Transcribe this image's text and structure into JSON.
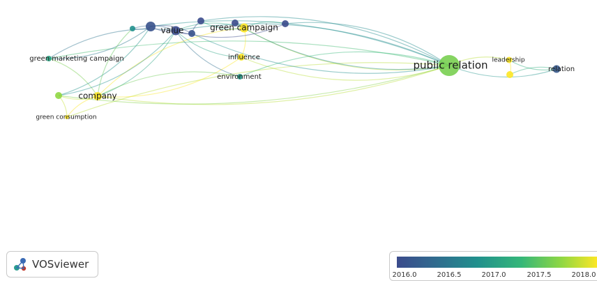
{
  "nodes": [
    {
      "label": "value",
      "size": 13,
      "font": 12,
      "year": 2016.0
    },
    {
      "label": "green campaign",
      "size": 13,
      "font": 12,
      "year": 2018.0
    },
    {
      "label": "green marketing campaign",
      "size": 8,
      "font": 10,
      "year": 2017.0
    },
    {
      "label": "influence",
      "size": 10,
      "font": 10,
      "year": 2018.0
    },
    {
      "label": "environment",
      "size": 8,
      "font": 10,
      "year": 2016.9
    },
    {
      "label": "company",
      "size": 12,
      "font": 12,
      "year": 2018.0
    },
    {
      "label": "green consumption",
      "size": 6,
      "font": 9,
      "year": 2018.0
    },
    {
      "label": "public relation",
      "size": 30,
      "font": 15,
      "year": 2017.5
    },
    {
      "label": "leadership",
      "size": 9,
      "font": 9,
      "year": 2018.0
    },
    {
      "label": "relation",
      "size": 11,
      "font": 10,
      "year": 2016.2
    },
    {
      "label": "",
      "size": 10,
      "font": 0,
      "year": 2017.6
    },
    {
      "label": "",
      "size": 14,
      "font": 0,
      "year": 2016.1
    },
    {
      "label": "",
      "size": 8,
      "font": 0,
      "year": 2016.8
    },
    {
      "label": "",
      "size": 10,
      "font": 0,
      "year": 2016.1
    },
    {
      "label": "",
      "size": 10,
      "font": 0,
      "year": 2016.0
    },
    {
      "label": "",
      "size": 10,
      "font": 0,
      "year": 2016.0
    },
    {
      "label": "",
      "size": 10,
      "font": 0,
      "year": 2016.0
    },
    {
      "label": "",
      "size": 10,
      "font": 0,
      "year": 2018.0
    }
  ],
  "links": [
    [
      7,
      0
    ],
    [
      7,
      1
    ],
    [
      7,
      2
    ],
    [
      7,
      3
    ],
    [
      7,
      4
    ],
    [
      7,
      5
    ],
    [
      7,
      6
    ],
    [
      7,
      8
    ],
    [
      7,
      9
    ],
    [
      7,
      10
    ],
    [
      7,
      11
    ],
    [
      7,
      13
    ],
    [
      7,
      14
    ],
    [
      7,
      15
    ],
    [
      7,
      16
    ],
    [
      0,
      1
    ],
    [
      0,
      2
    ],
    [
      0,
      5
    ],
    [
      0,
      12
    ],
    [
      0,
      11
    ],
    [
      0,
      13
    ],
    [
      1,
      3
    ],
    [
      1,
      5
    ],
    [
      1,
      16
    ],
    [
      1,
      15
    ],
    [
      2,
      5
    ],
    [
      2,
      11
    ],
    [
      3,
      5
    ],
    [
      4,
      5
    ],
    [
      4,
      0
    ],
    [
      5,
      6
    ],
    [
      5,
      10
    ],
    [
      10,
      11
    ],
    [
      11,
      13
    ],
    [
      12,
      11
    ],
    [
      13,
      14
    ],
    [
      14,
      1
    ],
    [
      9,
      8
    ],
    [
      9,
      17
    ],
    [
      8,
      17
    ],
    [
      0,
      16
    ],
    [
      5,
      12
    ],
    [
      10,
      0
    ],
    [
      3,
      0
    ],
    [
      6,
      10
    ]
  ],
  "legend": {
    "ticks": [
      "2016.0",
      "2016.5",
      "2017.0",
      "2017.5",
      "2018.0"
    ],
    "min": 2016.0,
    "max": 2018.0,
    "colors": [
      "#3b4b8c",
      "#31698e",
      "#21908d",
      "#35b779",
      "#90d743",
      "#fde725"
    ]
  },
  "brand": {
    "name": "VOSviewer"
  }
}
